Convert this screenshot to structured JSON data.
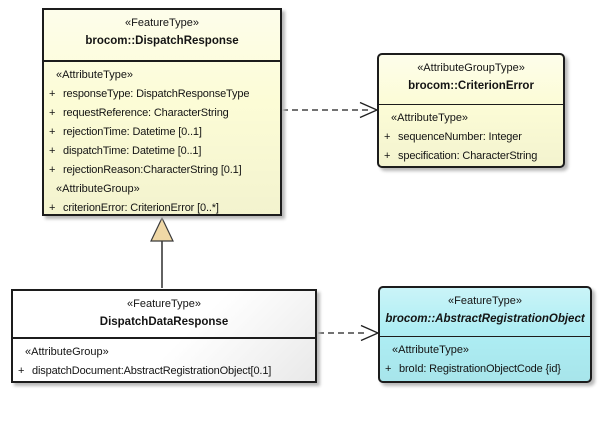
{
  "colors": {
    "fill_yellow": "#fcfcd6",
    "fill_cyan": "#aeeef4",
    "fill_white": "#fdfdfd",
    "border": "#1c1c1c",
    "shadow": "#b8b8b8",
    "gen_fill": "#f0d8a6"
  },
  "classes": {
    "dispatch_response": {
      "stereotype": "«FeatureType»",
      "name": "brocom::DispatchResponse",
      "sections": [
        {
          "label": "«AttributeType»",
          "items": [
            {
              "vis": "+",
              "text": "responseType: DispatchResponseType"
            },
            {
              "vis": "+",
              "text": "requestReference: CharacterString"
            },
            {
              "vis": "+",
              "text": "rejectionTime: Datetime [0..1]"
            },
            {
              "vis": "+",
              "text": "dispatchTime: Datetime [0..1]"
            },
            {
              "vis": "+",
              "text": "rejectionReason:CharacterString [0.1]"
            }
          ]
        },
        {
          "label": "«AttributeGroup»",
          "items": [
            {
              "vis": "+",
              "text": "criterionError: CriterionError [0..*]"
            }
          ]
        }
      ]
    },
    "criterion_error": {
      "stereotype": "«AttributeGroupType»",
      "name": "brocom::CriterionError",
      "sections": [
        {
          "label": "«AttributeType»",
          "items": [
            {
              "vis": "+",
              "text": "sequenceNumber: Integer"
            },
            {
              "vis": "+",
              "text": "specification: CharacterString"
            }
          ]
        }
      ]
    },
    "dispatch_data_response": {
      "stereotype": "«FeatureType»",
      "name": "DispatchDataResponse",
      "sections": [
        {
          "label": "«AttributeGroup»",
          "items": [
            {
              "vis": "+",
              "text": "dispatchDocument:AbstractRegistrationObject[0.1]"
            }
          ]
        }
      ]
    },
    "abstract_registration_object": {
      "stereotype": "«FeatureType»",
      "name": "brocom::AbstractRegistrationObject",
      "sections": [
        {
          "label": "«AttributeType»",
          "items": [
            {
              "vis": "+",
              "text": "broId: RegistrationObjectCode {id}"
            }
          ]
        }
      ]
    }
  },
  "connectors": [
    {
      "type": "dependency",
      "style": "dashed-open-arrow",
      "from": "brocom::DispatchResponse",
      "to": "brocom::CriterionError"
    },
    {
      "type": "generalization",
      "style": "solid-triangle",
      "from": "DispatchDataResponse",
      "to": "brocom::DispatchResponse"
    },
    {
      "type": "dependency",
      "style": "dashed-open-arrow",
      "from": "DispatchDataResponse",
      "to": "brocom::AbstractRegistrationObject"
    }
  ]
}
